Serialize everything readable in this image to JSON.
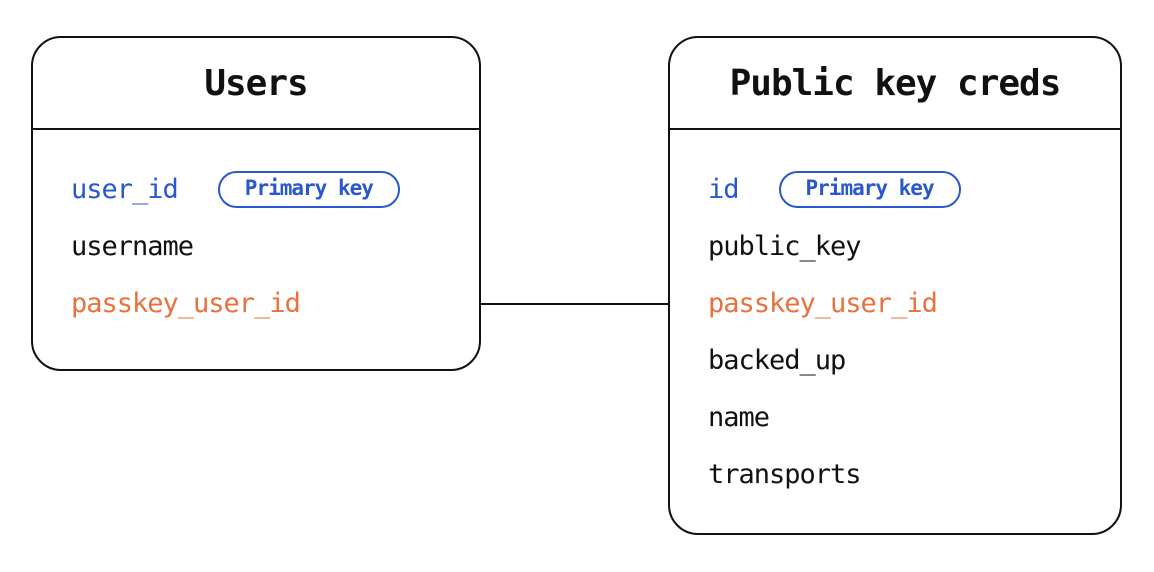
{
  "diagram": {
    "tables": [
      {
        "id": "users",
        "title": "Users",
        "fields": [
          {
            "name": "user_id",
            "role": "primary",
            "badge": "Primary key"
          },
          {
            "name": "username",
            "role": "normal"
          },
          {
            "name": "passkey_user_id",
            "role": "foreign"
          }
        ]
      },
      {
        "id": "public-key-creds",
        "title": "Public key creds",
        "fields": [
          {
            "name": "id",
            "role": "primary",
            "badge": "Primary key"
          },
          {
            "name": "public_key",
            "role": "normal"
          },
          {
            "name": "passkey_user_id",
            "role": "foreign"
          },
          {
            "name": "backed_up",
            "role": "normal"
          },
          {
            "name": "name",
            "role": "normal"
          },
          {
            "name": "transports",
            "role": "normal"
          }
        ]
      }
    ],
    "relationship": {
      "from": "Users.passkey_user_id",
      "to": "Public key creds.passkey_user_id"
    },
    "colors": {
      "primary_key_blue": "#2857d0",
      "foreign_key_orange": "#e8713c",
      "ink": "#111111",
      "background": "#ffffff"
    }
  }
}
